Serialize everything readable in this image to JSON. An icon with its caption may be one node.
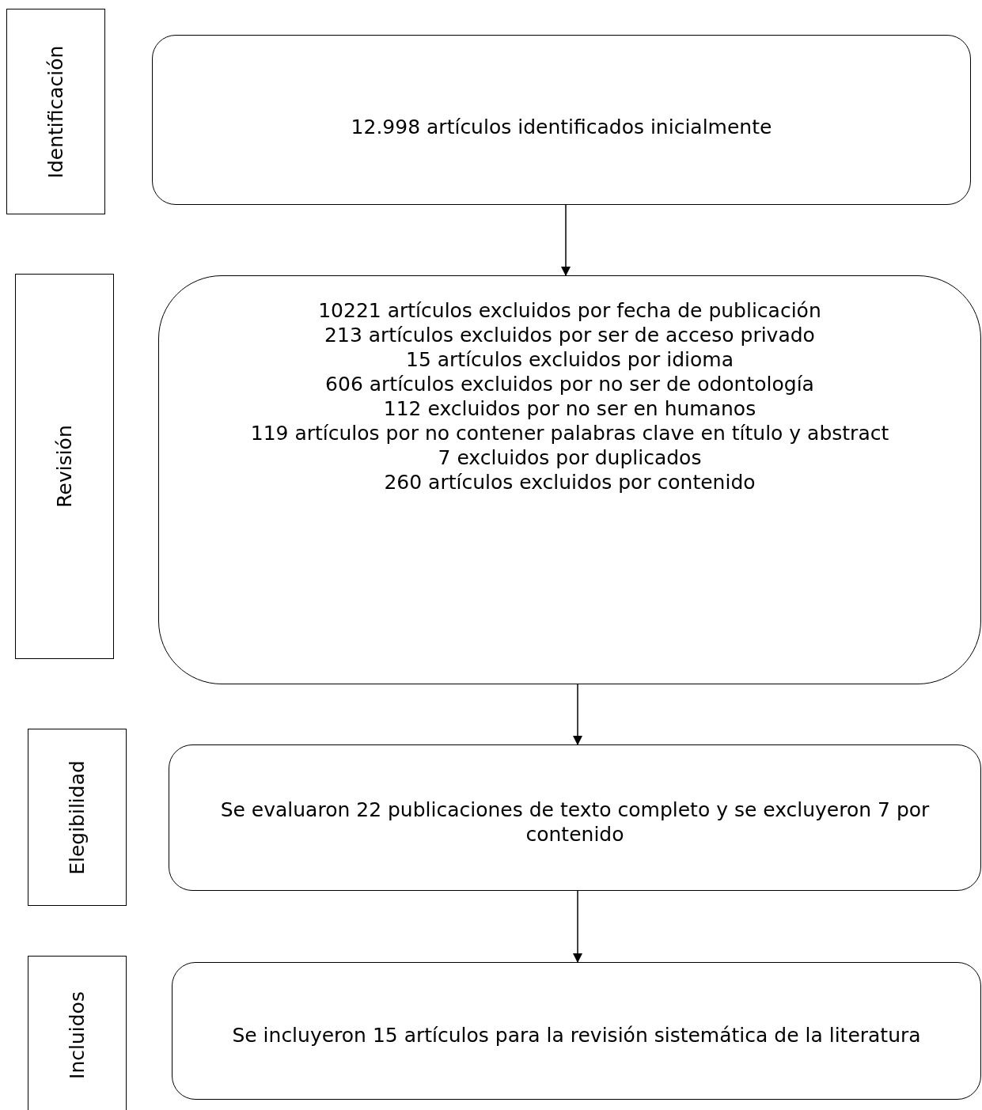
{
  "diagram": {
    "nodes": [
      {
        "text": [
          "Identificación"
        ]
      },
      {
        "text": [
          "12.998 artículos identificados inicialmente"
        ]
      },
      {
        "text": [
          "Revisión"
        ]
      },
      {
        "text": [
          "10221 artículos excluidos por fecha de publicación",
          "213 artículos excluidos por ser de acceso privado",
          "15 artículos excluidos por idioma",
          "606 artículos excluidos por no ser de odontología",
          "112 excluidos por no ser en humanos",
          "119 artículos por no contener palabras clave en título y abstract",
          "7 excluidos por duplicados",
          "260 artículos excluidos por contenido"
        ]
      },
      {
        "text": [
          "Elegibilidad"
        ]
      },
      {
        "text": [
          "Se evaluaron 22 publicaciones de texto completo y se excluyeron 7 por contenido"
        ]
      },
      {
        "text": [
          "Incluidos"
        ]
      },
      {
        "text": [
          "Se incluyeron 15 artículos para la revisión sistemática de la literatura"
        ]
      }
    ],
    "edges": [
      {
        "from": 1,
        "to": 3,
        "arrow": "to"
      },
      {
        "from": 3,
        "to": 5,
        "arrow": "to"
      },
      {
        "from": 5,
        "to": 7,
        "arrow": "to"
      }
    ]
  }
}
